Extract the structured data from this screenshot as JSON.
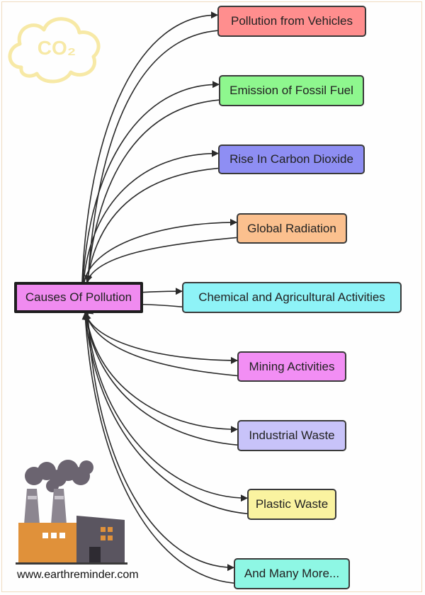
{
  "center": {
    "label": "Causes Of Pollution",
    "color": "#f08bf0"
  },
  "causes": [
    {
      "label": "Pollution from Vehicles",
      "color": "#ff8e8e"
    },
    {
      "label": "Emission of Fossil Fuel",
      "color": "#8ef78e"
    },
    {
      "label": "Rise In Carbon Dioxide",
      "color": "#8e8ef3"
    },
    {
      "label": "Global Radiation",
      "color": "#fbc08e"
    },
    {
      "label": "Chemical and Agricultural Activities",
      "color": "#8ef3f7"
    },
    {
      "label": "Mining Activities",
      "color": "#f28ef4"
    },
    {
      "label": "Industrial Waste",
      "color": "#c8c3f9"
    },
    {
      "label": "Plastic Waste",
      "color": "#faf3a0"
    },
    {
      "label": "And Many More...",
      "color": "#8ef7e4"
    }
  ],
  "co2_badge": {
    "text": "CO₂",
    "color": "#f7e9a6"
  },
  "icons": {
    "cloud": "co2-cloud-icon",
    "factory": "factory-icon"
  },
  "footer": {
    "website": "www.earthreminder.com"
  }
}
